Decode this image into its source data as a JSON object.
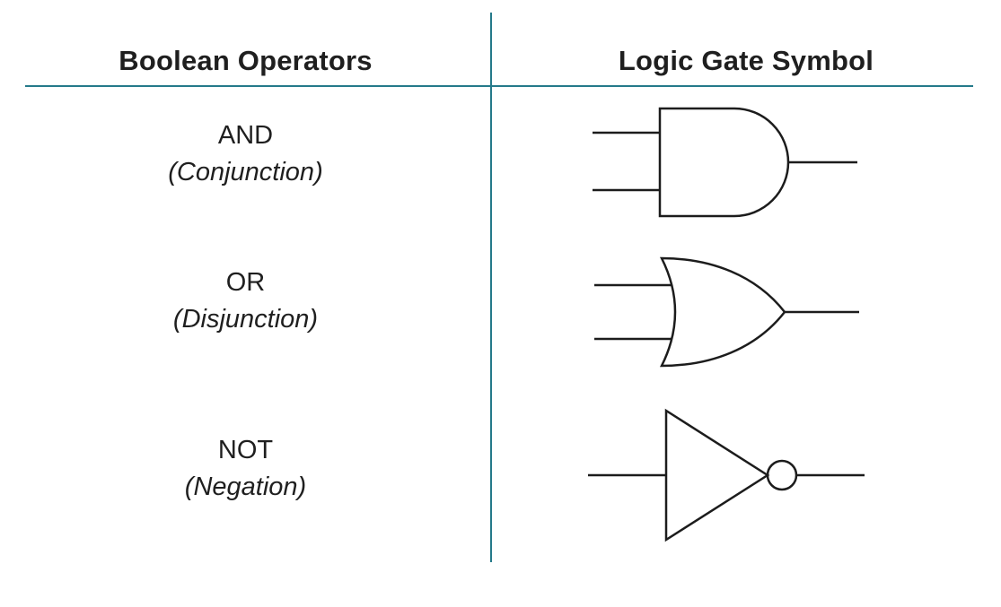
{
  "colors": {
    "divider": "#257a8a",
    "gate_stroke": "#1c1c1c",
    "text": "#1f1f1f",
    "background": "#ffffff"
  },
  "table": {
    "left_header": "Boolean Operators",
    "right_header": "Logic Gate Symbol",
    "rows": [
      {
        "operator": "AND",
        "alias": "(Conjunction)",
        "gate": "and-gate"
      },
      {
        "operator": "OR",
        "alias": "(Disjunction)",
        "gate": "or-gate"
      },
      {
        "operator": "NOT",
        "alias": "(Negation)",
        "gate": "not-gate"
      }
    ]
  }
}
